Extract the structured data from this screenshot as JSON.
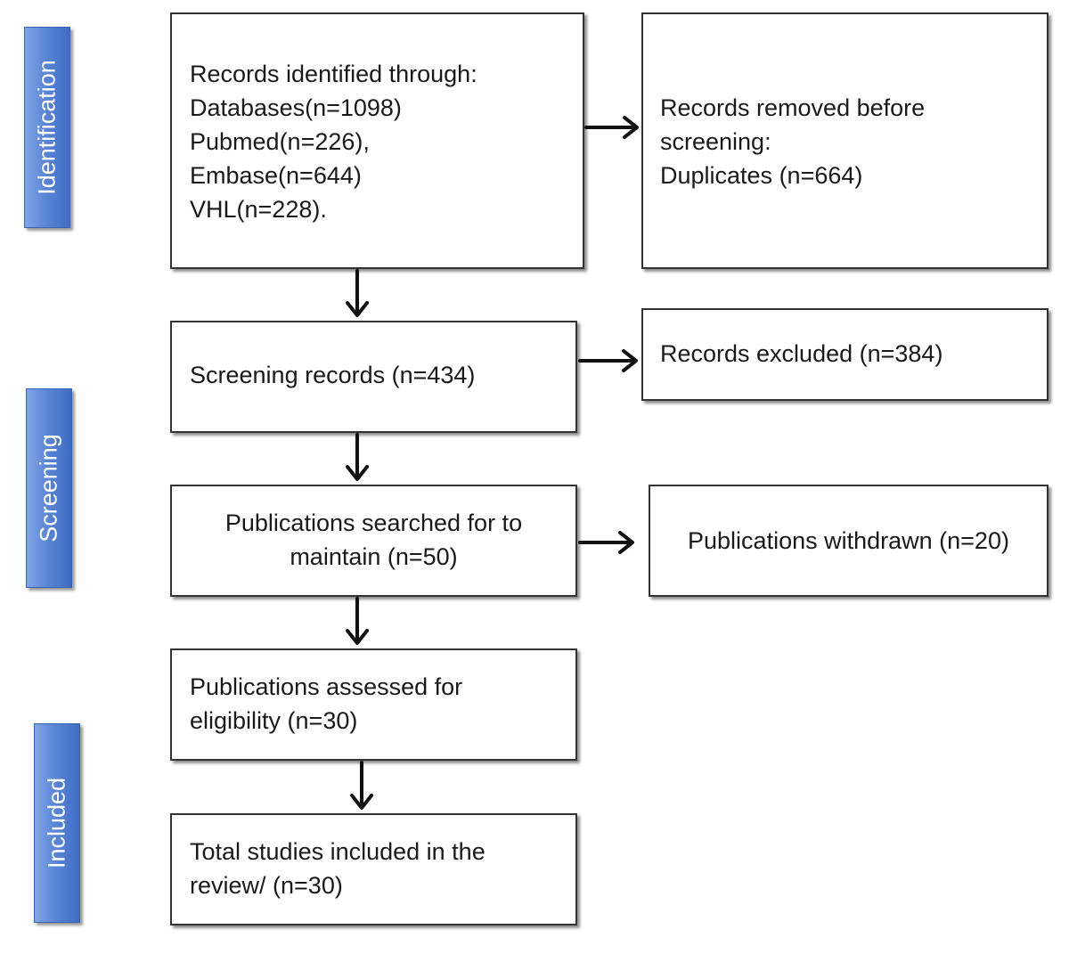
{
  "stages": {
    "identification": "Identification",
    "screening": "Screening",
    "included": "Included"
  },
  "boxes": {
    "records_identified": [
      "Records identified through:",
      "Databases(n=1098)",
      "Pubmed(n=226),",
      "Embase(n=644)",
      "VHL(n=228)."
    ],
    "records_removed": [
      "Records removed before",
      "screening:",
      "Duplicates (n=664)"
    ],
    "screening_records": [
      "Screening records (n=434)"
    ],
    "records_excluded": [
      "Records excluded (n=384)"
    ],
    "publications_searched": [
      "Publications searched for to",
      "maintain (n=50)"
    ],
    "publications_withdrawn": [
      "Publications withdrawn (n=20)"
    ],
    "publications_assessed": [
      "Publications assessed for",
      "eligibility (n=30)"
    ],
    "total_included": [
      "Total studies included in the",
      "review/ (n=30)"
    ]
  },
  "colors": {
    "stage_fill": "#5b86d6",
    "box_border": "#333333",
    "arrow": "#111111"
  }
}
